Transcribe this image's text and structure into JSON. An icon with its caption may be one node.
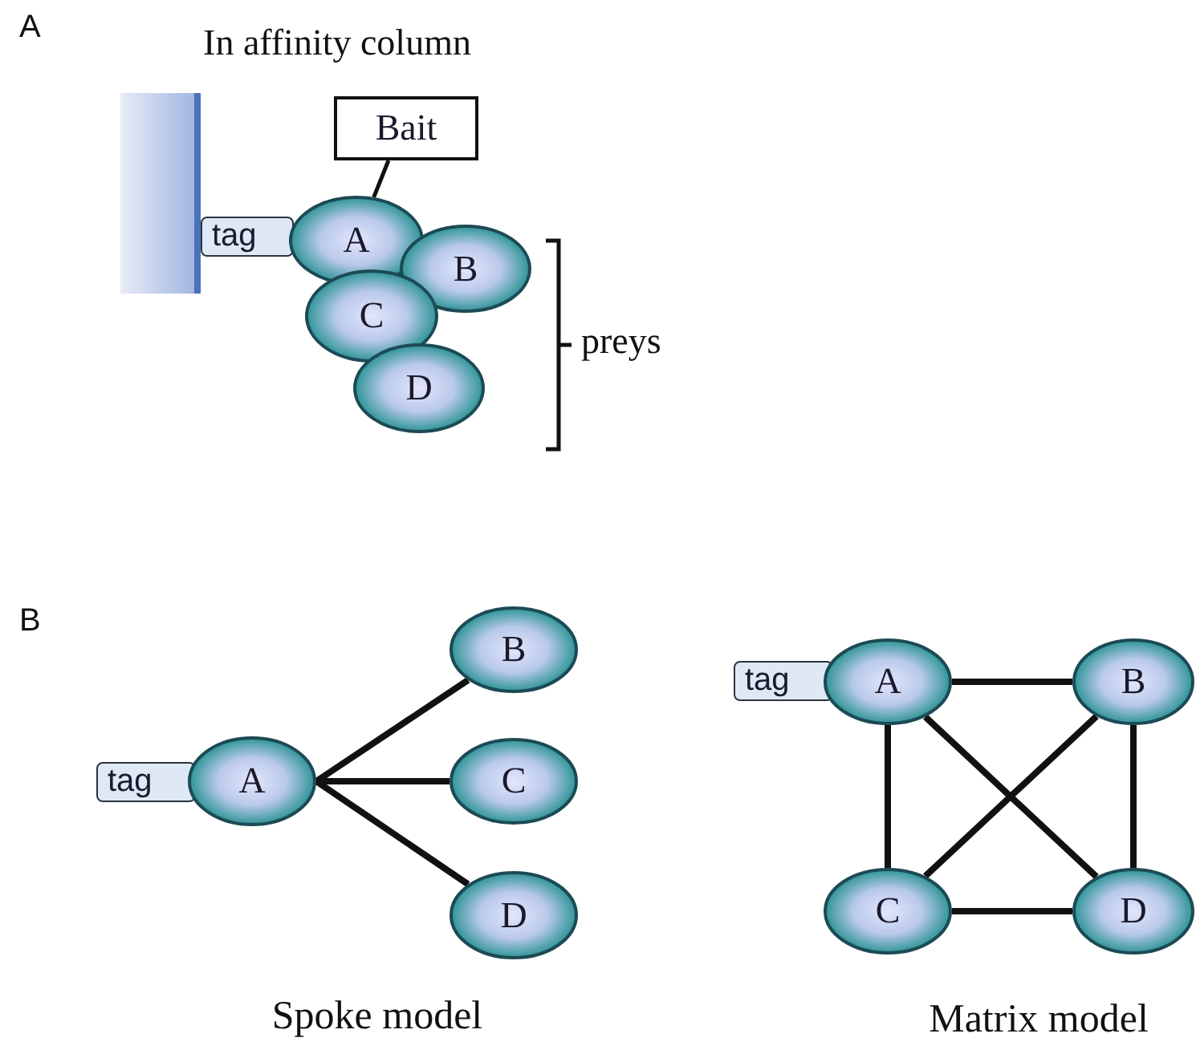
{
  "diagram": {
    "nodes": [
      {
        "text": [
          "tag"
        ]
      },
      {
        "text": [
          "A"
        ]
      },
      {
        "text": [
          "Bait"
        ]
      },
      {
        "text": [
          "B"
        ]
      },
      {
        "text": [
          "C"
        ]
      },
      {
        "text": [
          "D"
        ]
      },
      {
        "text": [
          "tag"
        ]
      },
      {
        "text": [
          "A"
        ]
      },
      {
        "text": [
          "B"
        ]
      },
      {
        "text": [
          "C"
        ]
      },
      {
        "text": [
          "D"
        ]
      },
      {
        "text": [
          "tag"
        ]
      },
      {
        "text": [
          "A"
        ]
      },
      {
        "text": [
          "B"
        ]
      },
      {
        "text": [
          "C"
        ]
      },
      {
        "text": [
          "D"
        ]
      }
    ],
    "edges": [
      {
        "from": 2,
        "to": 1,
        "arrow": "none"
      },
      {
        "from": 7,
        "to": 8,
        "arrow": "none"
      },
      {
        "from": 7,
        "to": 9,
        "arrow": "none"
      },
      {
        "from": 7,
        "to": 10,
        "arrow": "none"
      },
      {
        "from": 12,
        "to": 13,
        "arrow": "none"
      },
      {
        "from": 12,
        "to": 14,
        "arrow": "none"
      },
      {
        "from": 12,
        "to": 15,
        "arrow": "none"
      },
      {
        "from": 13,
        "to": 14,
        "arrow": "none"
      },
      {
        "from": 13,
        "to": 15,
        "arrow": "none"
      },
      {
        "from": 14,
        "to": 15,
        "arrow": "none"
      }
    ],
    "labels": [
      "A",
      "In affinity column",
      "preys",
      "B",
      "Spoke model",
      "Matrix model"
    ]
  }
}
